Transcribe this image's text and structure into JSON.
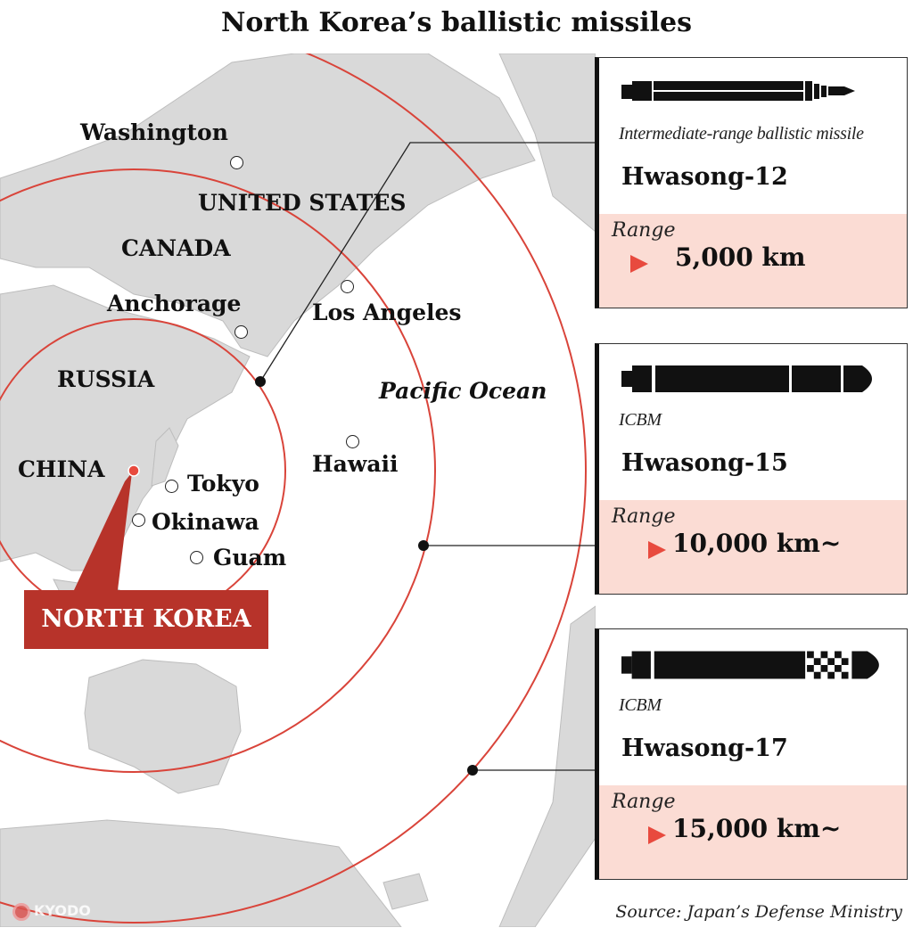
{
  "title": "North Korea’s ballistic missiles",
  "map": {
    "labels": {
      "washington": "Washington",
      "united_states": "UNITED STATES",
      "canada": "CANADA",
      "anchorage": "Anchorage",
      "los_angeles": "Los Angeles",
      "russia": "RUSSIA",
      "pacific_ocean": "Pacific Ocean",
      "china": "CHINA",
      "hawaii": "Hawaii",
      "tokyo": "Tokyo",
      "okinawa": "Okinawa",
      "guam": "Guam"
    },
    "origin_label": "NORTH KOREA",
    "ring_color": "#d9443a",
    "land_color": "#d9d9d9"
  },
  "missiles": [
    {
      "type": "Intermediate-range ballistic missile",
      "name": "Hwasong-12",
      "range_label": "Range",
      "range": "5,000 km",
      "range_km": 5000
    },
    {
      "type": "ICBM",
      "name": "Hwasong-15",
      "range_label": "Range",
      "range": "10,000 km~",
      "range_km": 10000
    },
    {
      "type": "ICBM",
      "name": "Hwasong-17",
      "range_label": "Range",
      "range": "15,000 km~",
      "range_km": 15000
    }
  ],
  "source": "Source: Japan’s Defense Ministry",
  "logo": "KYODO"
}
